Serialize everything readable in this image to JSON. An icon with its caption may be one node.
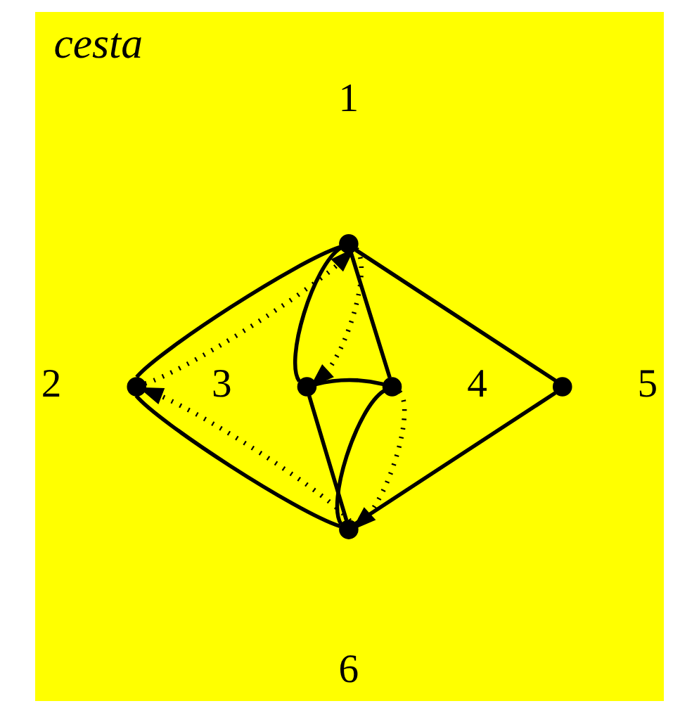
{
  "diagram": {
    "title": "cesta",
    "nodes": [
      {
        "text": [],
        "shape": "circle",
        "beside": [
          "1"
        ]
      },
      {
        "text": [],
        "shape": "circle",
        "beside": [
          "2"
        ]
      },
      {
        "text": [],
        "shape": "circle",
        "beside": [
          "3"
        ]
      },
      {
        "text": [],
        "shape": "circle",
        "beside": [
          "4"
        ]
      },
      {
        "text": [],
        "shape": "circle",
        "beside": [
          "5"
        ]
      },
      {
        "text": [],
        "shape": "circle",
        "beside": [
          "6"
        ]
      }
    ],
    "edges": [
      {
        "from": 0,
        "to": 1,
        "arrow": "none"
      },
      {
        "from": 0,
        "to": 2,
        "arrow": "none"
      },
      {
        "from": 0,
        "to": 3,
        "arrow": "none"
      },
      {
        "from": 0,
        "to": 4,
        "arrow": "none"
      },
      {
        "from": 2,
        "to": 3,
        "arrow": "none"
      },
      {
        "from": 1,
        "to": 5,
        "arrow": "none"
      },
      {
        "from": 2,
        "to": 5,
        "arrow": "none"
      },
      {
        "from": 3,
        "to": 5,
        "arrow": "none"
      },
      {
        "from": 4,
        "to": 5,
        "arrow": "none"
      },
      {
        "from": 3,
        "to": 5,
        "arrow": "to",
        "style": "dashed"
      },
      {
        "from": 5,
        "to": 1,
        "arrow": "to",
        "style": "dashed"
      },
      {
        "from": 1,
        "to": 0,
        "arrow": "to",
        "style": "dashed"
      },
      {
        "from": 0,
        "to": 2,
        "arrow": "to",
        "style": "dashed"
      }
    ]
  }
}
